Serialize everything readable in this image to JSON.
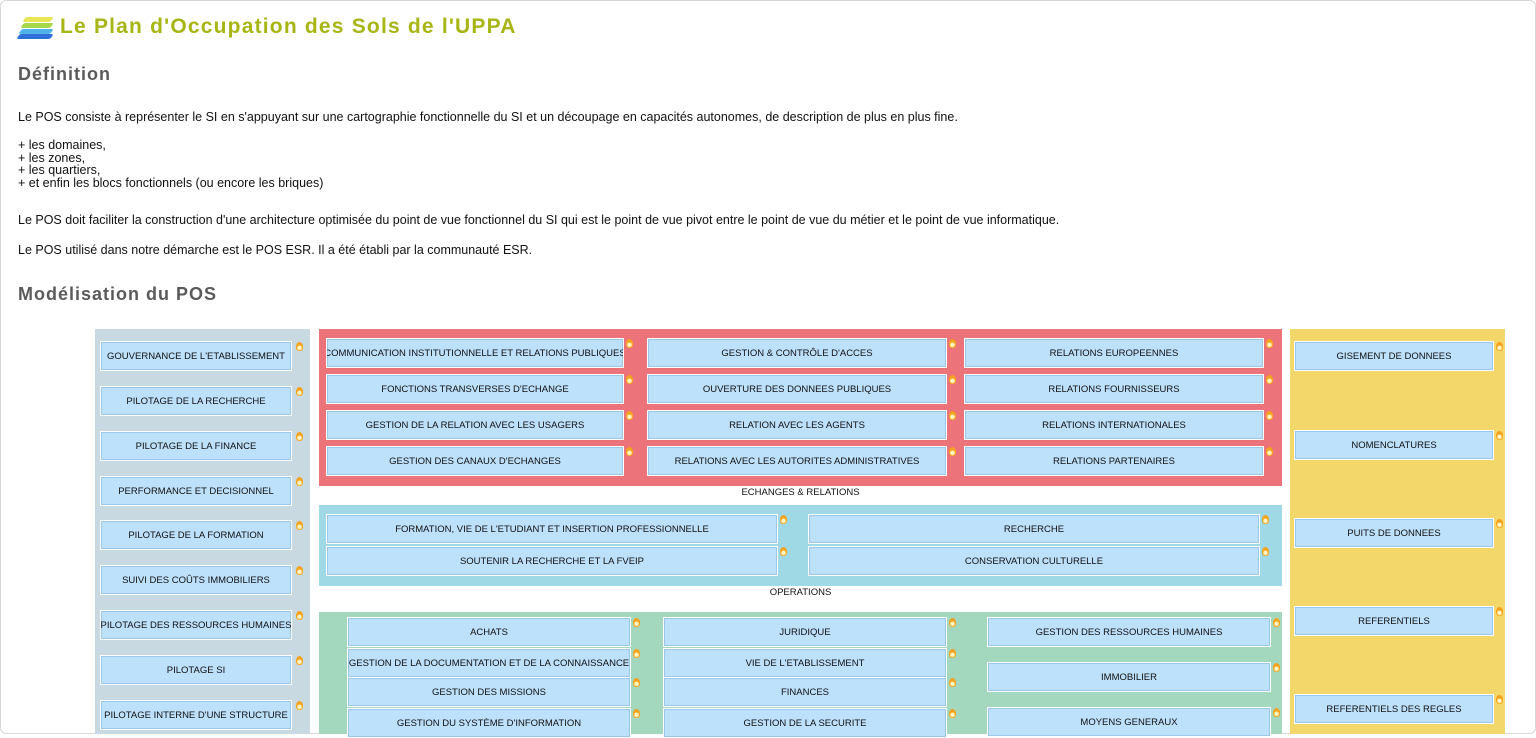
{
  "header": {
    "title": "Le Plan d'Occupation des Sols de l'UPPA"
  },
  "definition": {
    "heading": "Définition",
    "p1": "Le POS consiste à représenter le SI en s'appuyant sur une cartographie fonctionnelle du SI et un découpage en capacités autonomes, de description de plus en plus fine.",
    "list": [
      "+ les domaines,",
      "+ les zones,",
      "+ les quartiers,",
      "+ et enfin les blocs fonctionnels (ou encore les briques)"
    ],
    "p2": "Le POS doit faciliter la construction d'une architecture optimisée du point de vue fonctionnel du SI qui est le point de vue pivot entre le point de vue du métier et le point de vue informatique.",
    "p3": "Le POS utilisé dans notre démarche est le POS ESR. Il a été établi par la communauté ESR."
  },
  "modelisation": {
    "heading": "Modélisation du POS"
  },
  "colors": {
    "left": "#c9d9e1",
    "echanges": "#ec737a",
    "operations": "#9fd9e6",
    "support": "#a4d8be",
    "right": "#f4d76b",
    "block": "#bde0fb"
  },
  "pos": {
    "left": [
      "GOUVERNANCE DE L'ETABLISSEMENT",
      "PILOTAGE DE LA RECHERCHE",
      "PILOTAGE DE LA FINANCE",
      "PERFORMANCE ET DECISIONNEL",
      "PILOTAGE DE LA FORMATION",
      "SUIVI DES COÛTS IMMOBILIERS",
      "PILOTAGE DES RESSOURCES HUMAINES",
      "PILOTAGE SI",
      "PILOTAGE INTERNE D'UNE STRUCTURE"
    ],
    "echanges": {
      "label": "ECHANGES & RELATIONS",
      "col1": [
        "COMMUNICATION INSTITUTIONNELLE ET RELATIONS PUBLIQUES",
        "FONCTIONS TRANSVERSES D'ECHANGE",
        "GESTION DE LA RELATION AVEC LES USAGERS",
        "GESTION DES CANAUX D'ECHANGES"
      ],
      "col2": [
        "GESTION & CONTRÔLE D'ACCES",
        "OUVERTURE DES DONNEES PUBLIQUES",
        "RELATION AVEC LES AGENTS",
        "RELATIONS AVEC LES AUTORITES ADMINISTRATIVES"
      ],
      "col3": [
        "RELATIONS EUROPEENNES",
        "RELATIONS FOURNISSEURS",
        "RELATIONS INTERNATIONALES",
        "RELATIONS PARTENAIRES"
      ]
    },
    "operations": {
      "label": "OPERATIONS",
      "col1": [
        "FORMATION, VIE DE L'ETUDIANT ET INSERTION PROFESSIONNELLE",
        "SOUTENIR LA RECHERCHE ET LA FVEIP"
      ],
      "col2": [
        "RECHERCHE",
        "CONSERVATION CULTURELLE"
      ]
    },
    "support": {
      "col1": [
        "ACHATS",
        "GESTION DE LA DOCUMENTATION ET DE LA CONNAISSANCE",
        "GESTION DES MISSIONS",
        "GESTION DU SYSTÈME D'INFORMATION"
      ],
      "col2": [
        "JURIDIQUE",
        "VIE DE L'ETABLISSEMENT",
        "FINANCES",
        "GESTION DE LA SECURITE"
      ],
      "col3": [
        "GESTION DES RESSOURCES HUMAINES",
        "IMMOBILIER",
        "MOYENS GENERAUX"
      ]
    },
    "right": [
      "GISEMENT DE DONNEES",
      "NOMENCLATURES",
      "PUITS DE DONNEES",
      "REFERENTIELS",
      "REFERENTIELS DES REGLES"
    ]
  }
}
